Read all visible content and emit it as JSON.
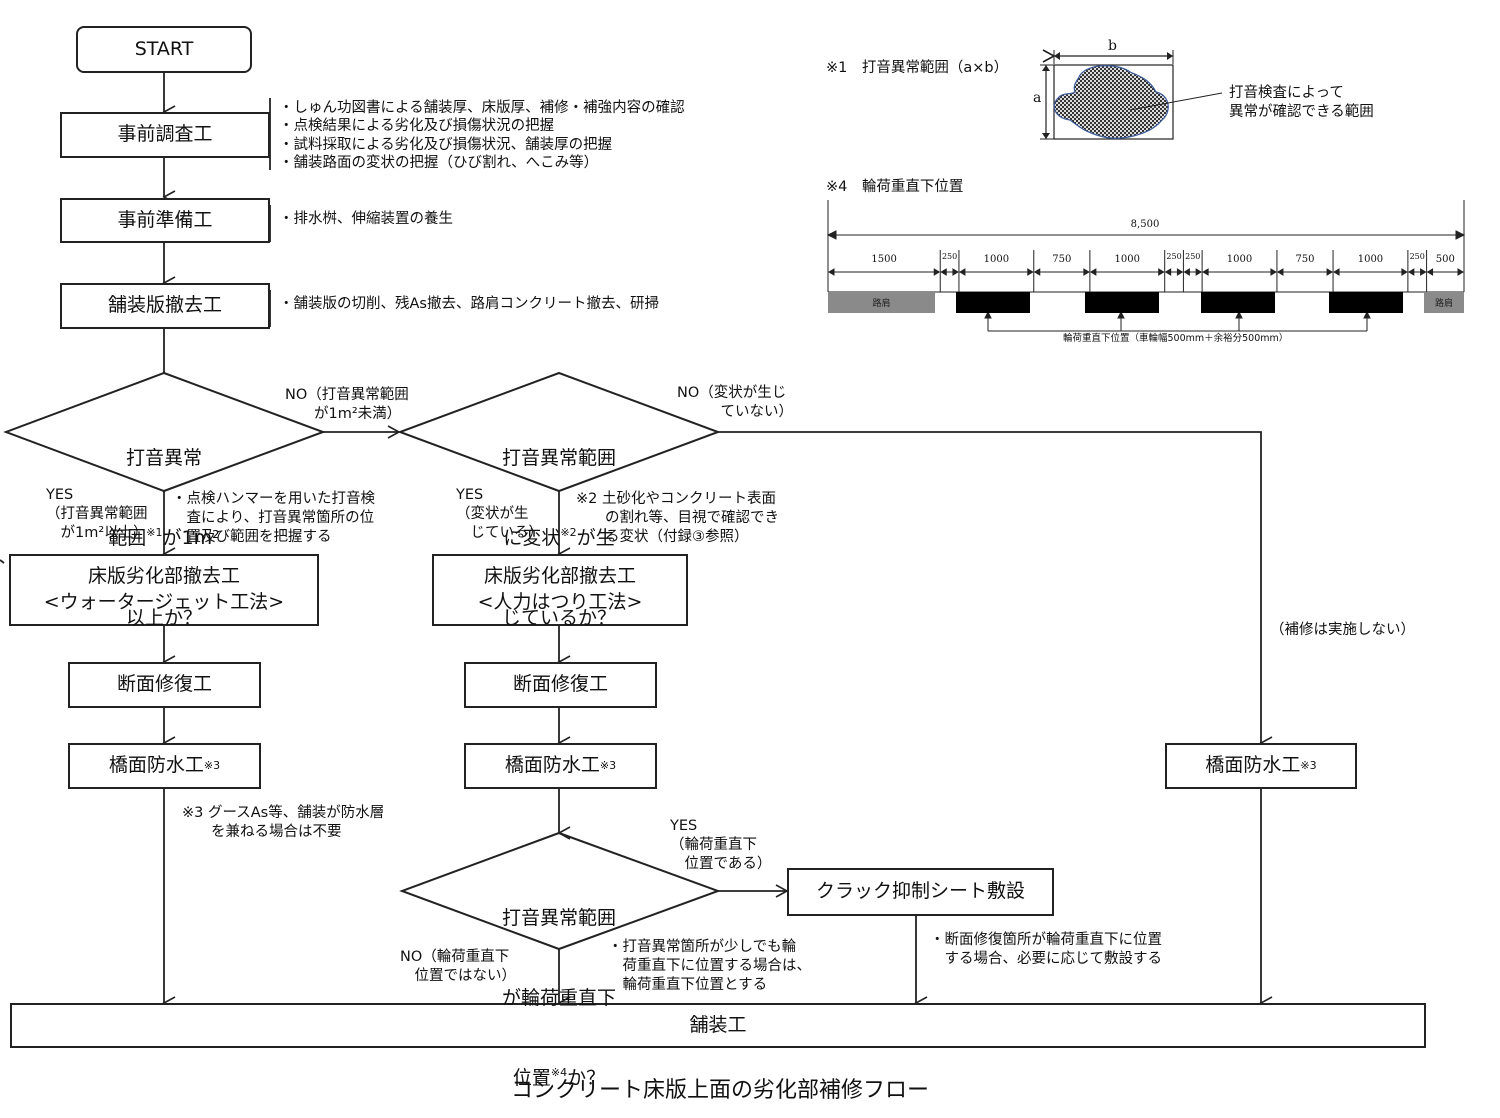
{
  "title": "コンクリート床版上面の劣化部補修フロー",
  "nodes": {
    "start": "START",
    "pre_survey": "事前調査工",
    "pre_prep": "事前準備工",
    "pavement_removal": "舗装版撤去工",
    "removal_wj_line1": "床版劣化部撤去工",
    "removal_wj_line2": "<ウォータージェット工法>",
    "removal_manual_line1": "床版劣化部撤去工",
    "removal_manual_line2": "<人力はつり工法>",
    "section_repair_left": "断面修復工",
    "section_repair_mid": "断面修復工",
    "waterproof_left": "橋面防水工",
    "waterproof_mid": "橋面防水工",
    "waterproof_right": "橋面防水工",
    "waterproof_sup": "※3",
    "crack_sheet": "クラック抑制シート敷設",
    "paving": "舗装工"
  },
  "decisions": {
    "d1": {
      "line1": "打音異常",
      "line2a": "範囲",
      "line2sup": "※1",
      "line2b": "が1m²",
      "line3": "以上か？"
    },
    "d2": {
      "line1": "打音異常範囲",
      "line2a": "に変状",
      "line2sup": "※2",
      "line2b": "が生",
      "line3": "じているか？"
    },
    "d3": {
      "line1": "打音異常範囲",
      "line2": "が輪荷重直下",
      "line3a": "位置",
      "line3sup": "※4",
      "line3b": "か？"
    }
  },
  "branches": {
    "d1_no": "NO（打音異常範囲\n　　が1m²未満）",
    "d1_yes": "YES\n（打音異常範囲\n　が1m²以上）",
    "d2_no": "NO（変状が生じ\n　　　ていない）",
    "d2_yes": "YES\n（変状が生\n　じている）",
    "d3_yes": "YES\n（輪荷重直下\n　位置である）",
    "d3_no": "NO（輪荷重直下\n　位置ではない）",
    "no_repair": "（補修は実施しない）"
  },
  "notes": {
    "pre_survey": "・しゅん功図書による舗装厚、床版厚、補修・補強内容の確認\n・点検結果による劣化及び損傷状況の把握\n・試料採取による劣化及び損傷状況、舗装厚の把握\n・舗装路面の変状の把握（ひび割れ、へこみ等）",
    "pre_prep": "・排水桝、伸縮装置の養生",
    "pavement_removal": "・舗装版の切削、残As撤去、路肩コンクリート撤去、研掃",
    "hammer": "・点検ハンマーを用いた打音検\n　査により、打音異常箇所の位\n　置及び範囲を把握する",
    "note2": "※2 土砂化やコンクリート表面\n　　の割れ等、目視で確認でき\n　　る変状（付録③参照）",
    "note3": "※3 グースAs等、舗装が防水層\n　　を兼ねる場合は不要",
    "wheel_position": "・打音異常箇所が少しでも輪\n　荷重直下に位置する場合は、\n　輪荷重直下位置とする",
    "crack_sheet": "・断面修復箇所が輪荷重直下に位置\n　する場合、必要に応じて敷設する"
  },
  "inset1": {
    "label": "※1　打音異常範囲（a×b）",
    "dim_a": "a",
    "dim_b": "b",
    "callout": "打音検査によって\n異常が確認できる範囲"
  },
  "inset4": {
    "label": "※4　輪荷重直下位置",
    "total": "8,500",
    "segments": [
      "1500",
      "250",
      "1000",
      "750",
      "1000",
      "250",
      "250",
      "1000",
      "750",
      "1000",
      "250",
      "500"
    ],
    "shoulder_label": "路肩",
    "caption": "輪荷重直下位置（車輪幅500mm＋余裕分500mm）"
  }
}
